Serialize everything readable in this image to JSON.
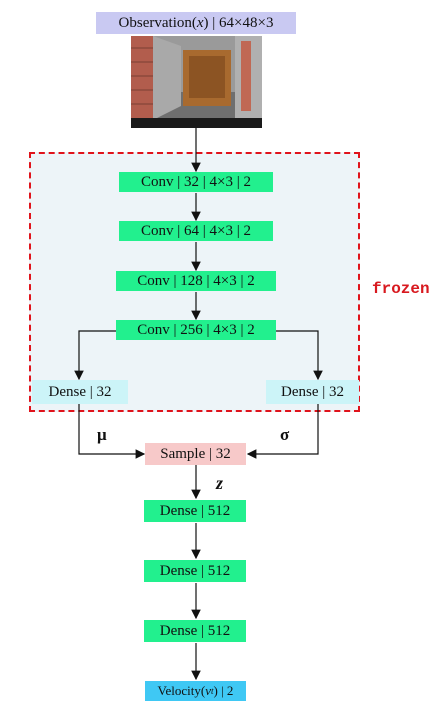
{
  "observation": {
    "prefix": "Observation(",
    "var": "x",
    "suffix": ") | 64×48×3"
  },
  "conv_layers": [
    "Conv | 32 | 4×3 | 2",
    "Conv | 64 | 4×3 | 2",
    "Conv | 128 | 4×3 | 2",
    "Conv | 256 | 4×3 | 2"
  ],
  "dense_mu": "Dense | 32",
  "dense_sigma": "Dense | 32",
  "frozen_label": "frozen",
  "mu_symbol": "μ",
  "sigma_symbol": "σ",
  "sample": "Sample | 32",
  "z_symbol": "z",
  "decoder_layers": [
    "Dense | 512",
    "Dense | 512",
    "Dense | 512"
  ],
  "velocity": {
    "prefix": "Velocity(",
    "var": "v",
    "sub": "t",
    "suffix": ") | 2"
  },
  "colors": {
    "conv": "#22f08e",
    "frozen_dense": "#ccf4f8",
    "sample": "#f7c9c9",
    "observation": "#c9c9f2",
    "velocity": "#3fc8f4",
    "frozen_border": "#e0131b"
  }
}
